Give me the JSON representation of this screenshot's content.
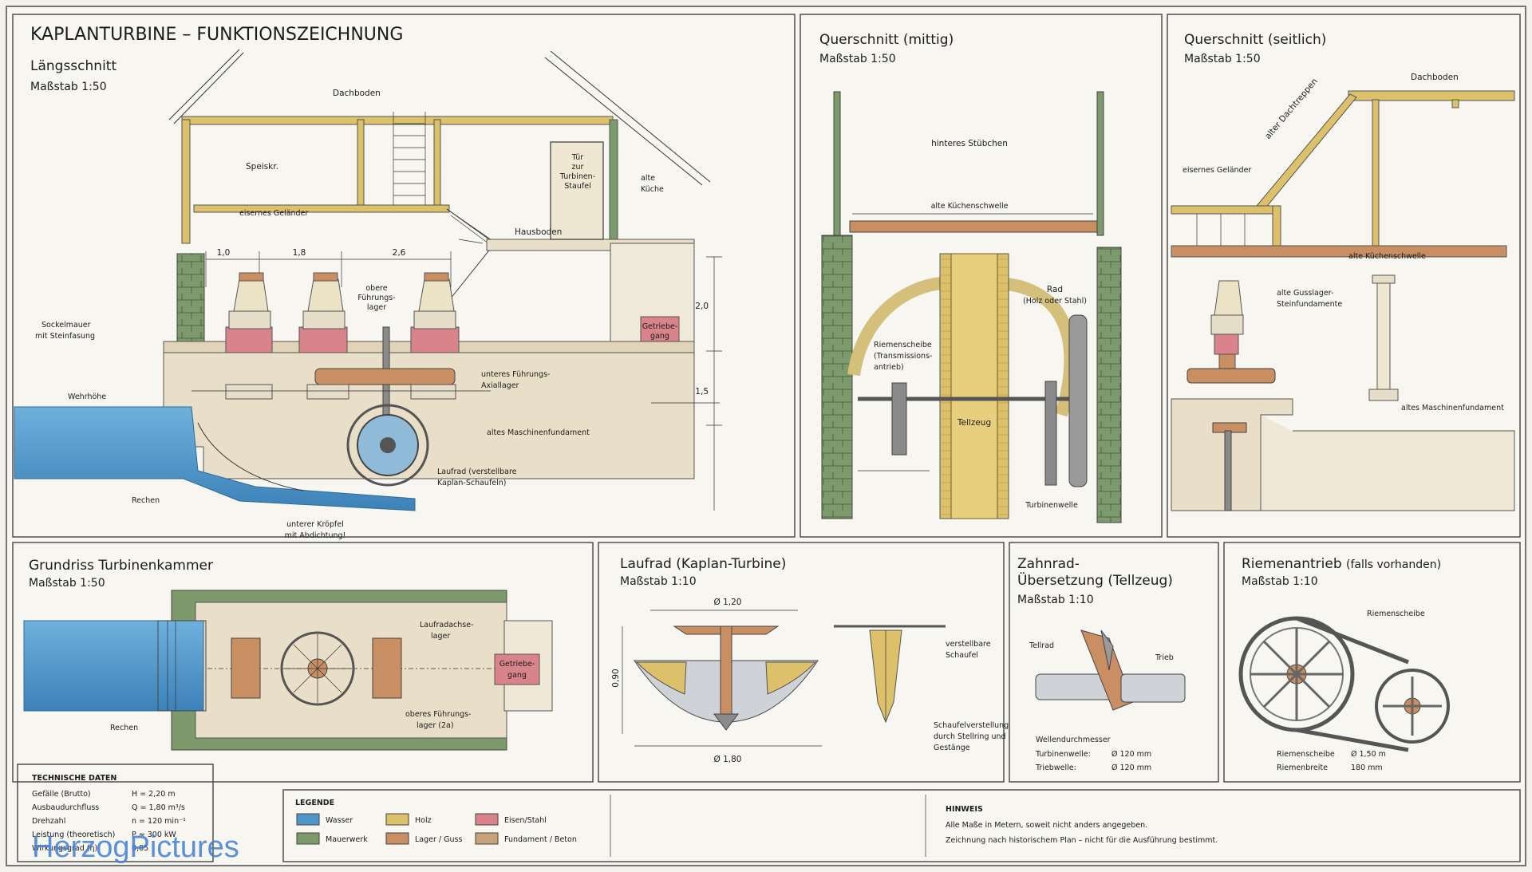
{
  "title": "KAPLANTURBINE – FUNKTIONSZEICHNUNG",
  "sections": {
    "laengsschnitt": {
      "title": "Längsschnitt",
      "scale": "Maßstab 1:50",
      "labels": {
        "dachboden": "Dachboden",
        "speiskr": "Speiskr.",
        "tuer": [
          "Tür",
          "zur",
          "Turbinen-",
          "Staufel"
        ],
        "alte_kueche": [
          "alte",
          "Küche"
        ],
        "gelaender": "eisernes Geländer",
        "hausboden": "Hausboden",
        "sockelmauer": [
          "Sockelmauer",
          "mit Steinfasung"
        ],
        "obere_fuehrung": [
          "obere",
          "Führungs-",
          "lager"
        ],
        "getriebegang": [
          "Getriebe-",
          "gang"
        ],
        "unteres_fuehrung": [
          "unteres Führungs-",
          "Axiallager"
        ],
        "maschinenfundament": "altes Maschinenfundament",
        "wehrhoehe": "Wehrhöhe",
        "laufrad": [
          "Laufrad (verstellbare",
          "Kaplan-Schaufeln)"
        ],
        "rechen": "Rechen",
        "kroepfel": [
          "unterer Kröpfel",
          "mit Abdichtung!"
        ]
      },
      "dims": {
        "d1": "1,0",
        "d2": "1,8",
        "d3": "2,6",
        "v1": "2,0",
        "v2": "1,5"
      }
    },
    "querschnitt_mittig": {
      "title": "Querschnitt (mittig)",
      "scale": "Maßstab 1:50",
      "labels": {
        "stuebchen": "hinteres Stübchen",
        "schwelle": "alte Küchenschwelle",
        "rad": [
          "Rad",
          "(Holz oder Stahl)"
        ],
        "riemenscheibe": [
          "Riemenscheibe",
          "(Transmissions-",
          "antrieb)"
        ],
        "tellzeug": "Tellzeug",
        "turbinenwelle": "Turbinenwelle"
      }
    },
    "querschnitt_seitlich": {
      "title": "Querschnitt (seitlich)",
      "scale": "Maßstab 1:50",
      "labels": {
        "dachboden": "Dachboden",
        "dachtreppen": "alter Dachtreppen",
        "gelaender": "eisernes Geländer",
        "schwelle": "alte Küchenschwelle",
        "gusslager": [
          "alte Gusslager-",
          "Steinfundamente"
        ],
        "fundament": "altes Maschinenfundament"
      }
    },
    "grundriss": {
      "title": "Grundriss Turbinenkammer",
      "scale": "Maßstab 1:50",
      "labels": {
        "laufradachse": [
          "Laufradachse-",
          "lager"
        ],
        "getriebegang": [
          "Getriebe-",
          "gang"
        ],
        "oberes": [
          "oberes Führungs-",
          "lager (2a)"
        ],
        "rechen": "Rechen"
      }
    },
    "laufrad": {
      "title": "Laufrad (Kaplan-Turbine)",
      "scale": "Maßstab 1:10",
      "labels": {
        "d_top": "Ø 1,20",
        "d_bottom": "Ø 1,80",
        "height": "0,90",
        "schaufel": [
          "verstellbare",
          "Schaufel"
        ],
        "stellring": [
          "Schaufelverstellung",
          "durch Stellring und",
          "Gestänge"
        ]
      }
    },
    "zahnrad": {
      "title": [
        "Zahnrad-",
        "Übersetzung (Tellzeug)"
      ],
      "scale": "Maßstab 1:10",
      "labels": {
        "tellrad": "Tellrad",
        "trieb": "Trieb",
        "wellen": "Wellendurchmesser"
      },
      "specs": [
        {
          "k": "Turbinenwelle:",
          "v": "Ø 120 mm"
        },
        {
          "k": "Triebwelle:",
          "v": "Ø 120 mm"
        }
      ]
    },
    "riemen": {
      "title": "Riemenantrieb",
      "title_suffix": "(falls vorhanden)",
      "scale": "Maßstab 1:10",
      "labels": {
        "riemenscheibe": "Riemenscheibe"
      },
      "specs": [
        {
          "k": "Riemenscheibe",
          "v": "Ø 1,50 m"
        },
        {
          "k": "Riemenbreite",
          "v": "180 mm"
        }
      ]
    }
  },
  "tech_data": {
    "title": "TECHNISCHE DATEN",
    "rows": [
      {
        "k": "Gefälle (Brutto)",
        "v": "H = 2,20 m"
      },
      {
        "k": "Ausbaudurchfluss",
        "v": "Q = 1,80 m³/s"
      },
      {
        "k": "Drehzahl",
        "v": "n = 120 min⁻¹"
      },
      {
        "k": "Leistung (theoretisch)",
        "v": "P ≈ 300 kW"
      },
      {
        "k": "Wirkungsgrad (η)",
        "v": "0,85"
      }
    ]
  },
  "legend": {
    "title": "LEGENDE",
    "items": [
      {
        "label": "Wasser",
        "color": "#4f97c9"
      },
      {
        "label": "Holz",
        "color": "#dcc06a"
      },
      {
        "label": "Eisen/Stahl",
        "color": "#d9848a"
      },
      {
        "label": "Mauerwerk",
        "color": "#7d9a6c"
      },
      {
        "label": "Lager / Guss",
        "color": "#c98e62"
      },
      {
        "label": "Fundament / Beton",
        "color": "#c8a37a"
      }
    ]
  },
  "hinweis": {
    "title": "HINWEIS",
    "lines": [
      "Alle Maße in Metern, soweit nicht anders angegeben.",
      "Zeichnung nach historischem Plan – nicht für die Ausführung bestimmt."
    ]
  },
  "watermark": "HerzogPictures",
  "colors": {
    "water": "#4f97c9",
    "wood": "#dcc06a",
    "stone": "#7d9a6c",
    "iron": "#d9848a",
    "concrete": "#e9dfc8",
    "bearing": "#c98e62"
  }
}
